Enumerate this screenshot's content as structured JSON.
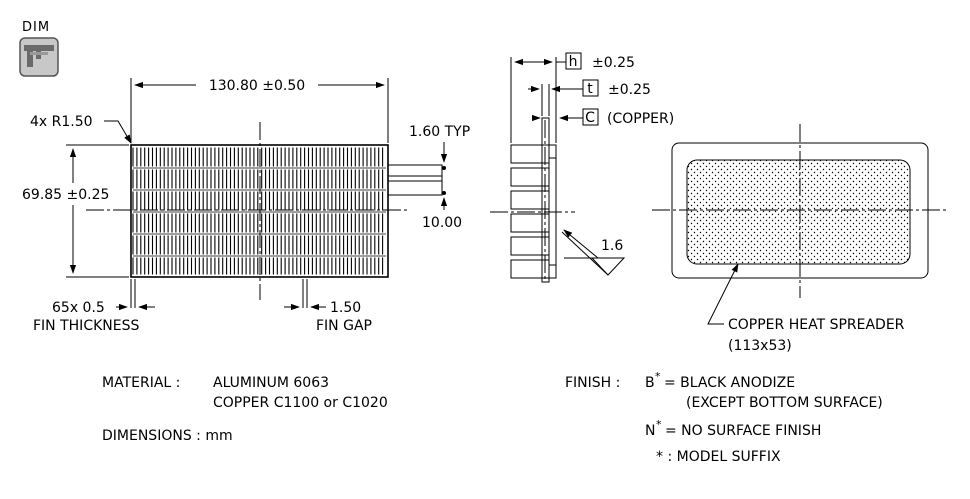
{
  "badge": {
    "label": "DIM",
    "icon": "caliper-icon"
  },
  "front_view": {
    "overall_width": "130.80 ±0.50",
    "corner_radius": "4x R1.50",
    "overall_height": "69.85 ±0.25",
    "base_thickness": "1.60 TYP",
    "base_offset": "10.00",
    "fin_count_label": "65x 0.5",
    "fin_count_caption": "FIN THICKNESS",
    "fin_gap_label": "1.50",
    "fin_gap_caption": "FIN GAP"
  },
  "side_view": {
    "h_symbol": "h",
    "h_tolerance": "±0.25",
    "t_symbol": "t",
    "t_tolerance": "±0.25",
    "c_symbol": "C",
    "c_note": "(COPPER)",
    "surface_finish": "1.6"
  },
  "bottom_view": {
    "spreader_label": "COPPER HEAT SPREADER",
    "spreader_size": "(113x53)"
  },
  "notes": {
    "material_label": "MATERIAL  :",
    "material_line1": "ALUMINUM  6063",
    "material_line2": "COPPER  C1100 or C1020",
    "dimensions": "DIMENSIONS : mm",
    "finish_label": "FINISH  :",
    "finish_b": "B",
    "finish_b_text": "= BLACK ANODIZE",
    "finish_b_note": "(EXCEPT BOTTOM SURFACE)",
    "finish_n": "N",
    "finish_n_text": "= NO SURFACE FINISH",
    "suffix_text": "* : MODEL SUFFIX",
    "asterisk": "*"
  }
}
